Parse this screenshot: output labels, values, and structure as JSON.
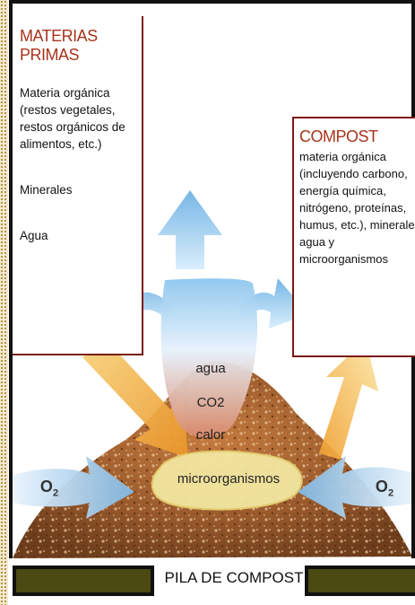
{
  "materias": {
    "title": "MATERIAS PRIMAS",
    "lines": [
      "Materia orgánica",
      "(restos vegetales,",
      "restos orgánicos de",
      "alimentos, etc.)",
      "",
      "Minerales",
      "",
      "Agua"
    ]
  },
  "compost": {
    "title": "COMPOST",
    "lines": [
      "materia orgánica",
      "(incluyendo carbono,",
      "energía química,",
      "nitrógeno, proteínas,",
      "humus, etc.), minerales,",
      "agua y",
      "microorganismos"
    ]
  },
  "center": {
    "agua": "agua",
    "co2": "CO2",
    "calor": "calor",
    "micro": "microorganismos"
  },
  "o2_left": "O2",
  "o2_right": "O2",
  "footer": "PILA DE COMPOST",
  "colors": {
    "title_red": "#a8341c",
    "box_border": "#7a1a10",
    "soil": "#9a5a2c",
    "arrow_blue": "#8fc3e8",
    "arrow_orange": "#f0a030",
    "bar": "#4a4a12"
  }
}
